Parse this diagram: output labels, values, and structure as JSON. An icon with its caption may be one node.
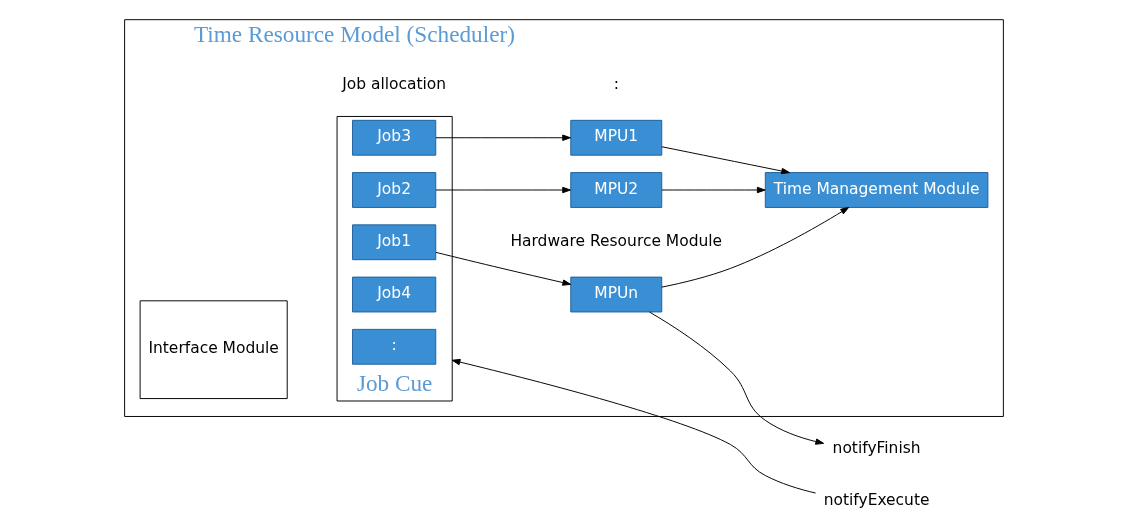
{
  "diagram": {
    "nodes": [
      {
        "text": [
          "Time Resource Model (Scheduler)"
        ]
      },
      {
        "text": [
          "Time Management Module"
        ],
        "in": 0
      },
      {
        "text": [
          "Interface Module"
        ],
        "in": 0
      },
      {
        "text": [
          "Job Cue"
        ],
        "in": 0
      },
      {
        "text": [
          ":"
        ],
        "in": 3
      },
      {
        "text": [
          "Job4"
        ],
        "in": 3
      },
      {
        "text": [
          "Job3"
        ],
        "in": 3
      },
      {
        "text": [
          "Job2"
        ],
        "in": 3
      },
      {
        "text": [
          "Job1"
        ],
        "in": 3
      },
      {
        "text": [
          "MPU1"
        ],
        "in": 0
      },
      {
        "text": [
          "MPU2"
        ],
        "in": 0
      },
      {
        "text": [
          "MPUn"
        ],
        "in": 0
      },
      {
        "text": [
          "notifyExecute"
        ]
      },
      {
        "text": [
          "notifyFinish"
        ]
      }
    ],
    "edges": [
      {
        "from": 12,
        "to": 3,
        "arrow": "to"
      },
      {
        "from": 6,
        "to": 9,
        "arrow": "to"
      },
      {
        "from": 7,
        "to": 10,
        "arrow": "to"
      },
      {
        "from": 8,
        "to": 11,
        "arrow": "to"
      },
      {
        "from": 9,
        "to": 1,
        "arrow": "to"
      },
      {
        "from": 10,
        "to": 1,
        "arrow": "to"
      },
      {
        "from": 11,
        "to": 1,
        "arrow": "to"
      },
      {
        "from": 11,
        "to": 13,
        "arrow": "to"
      }
    ],
    "labels": [
      "Job allocation",
      ":",
      "Hardware Resource Module"
    ]
  }
}
